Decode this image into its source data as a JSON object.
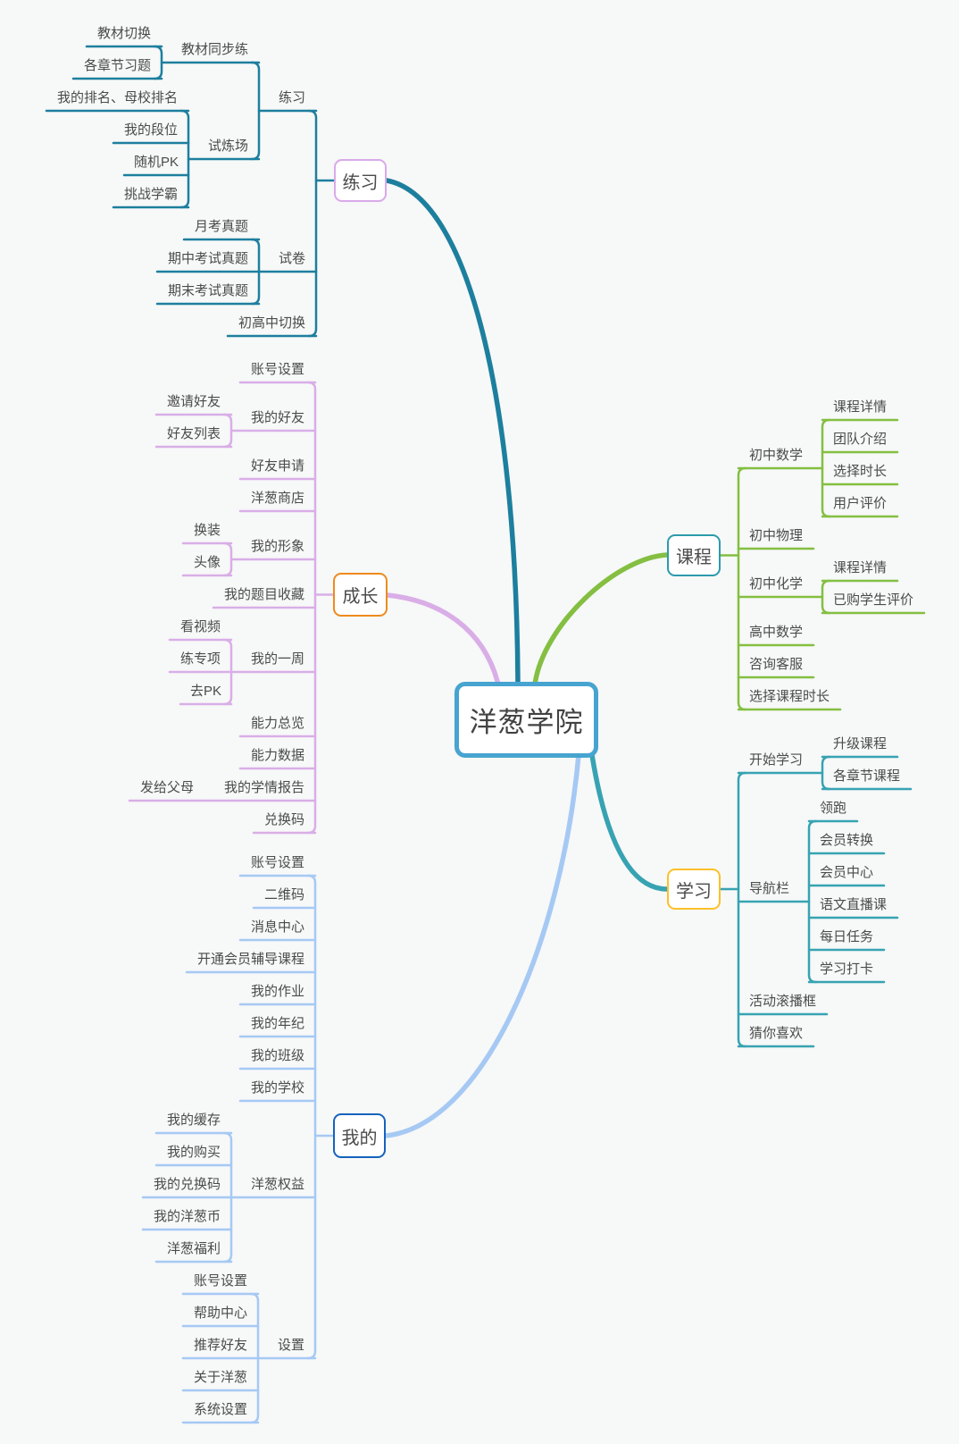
{
  "center": {
    "label": "洋葱学院",
    "border_color": "#47a4d0"
  },
  "branches": [
    {
      "label": "练习",
      "colors": {
        "line": "#1d7f9e",
        "border": "#d9a9ea"
      },
      "children": [
        {
          "label": "练习",
          "children": [
            {
              "label": "教材同步练",
              "children": [
                {
                  "label": "教材切换"
                },
                {
                  "label": "各章节习题"
                }
              ]
            },
            {
              "label": "试炼场",
              "children": [
                {
                  "label": "我的排名、母校排名"
                },
                {
                  "label": "我的段位"
                },
                {
                  "label": "随机PK"
                },
                {
                  "label": "挑战学霸"
                }
              ]
            }
          ]
        },
        {
          "label": "试卷",
          "children": [
            {
              "label": "月考真题"
            },
            {
              "label": "期中考试真题"
            },
            {
              "label": "期末考试真题"
            }
          ]
        },
        {
          "label": "初高中切换"
        }
      ]
    },
    {
      "label": "课程",
      "colors": {
        "line": "#84bf41",
        "border": "#2d9aac"
      },
      "children": [
        {
          "label": "初中数学",
          "children": [
            {
              "label": "课程详情"
            },
            {
              "label": "团队介绍"
            },
            {
              "label": "选择时长"
            },
            {
              "label": "用户评价"
            }
          ]
        },
        {
          "label": "初中物理"
        },
        {
          "label": "初中化学",
          "children": [
            {
              "label": "课程详情"
            },
            {
              "label": "已购学生评价"
            }
          ]
        },
        {
          "label": "高中数学"
        },
        {
          "label": "咨询客服"
        },
        {
          "label": "选择课程时长"
        }
      ]
    },
    {
      "label": "成长",
      "colors": {
        "line": "#d9aee7",
        "border": "#ef8a1d"
      },
      "children": [
        {
          "label": "账号设置"
        },
        {
          "label": "我的好友",
          "children": [
            {
              "label": "邀请好友"
            },
            {
              "label": "好友列表"
            }
          ]
        },
        {
          "label": "好友申请"
        },
        {
          "label": "洋葱商店"
        },
        {
          "label": "我的形象",
          "children": [
            {
              "label": "换装"
            },
            {
              "label": "头像"
            }
          ]
        },
        {
          "label": "我的题目收藏"
        },
        {
          "label": "我的一周",
          "children": [
            {
              "label": "看视频"
            },
            {
              "label": "练专项"
            },
            {
              "label": "去PK"
            }
          ]
        },
        {
          "label": "能力总览"
        },
        {
          "label": "能力数据"
        },
        {
          "label": "我的学情报告",
          "children": [
            {
              "label": "发给父母"
            }
          ]
        },
        {
          "label": "兑换码"
        }
      ]
    },
    {
      "label": "学习",
      "colors": {
        "line": "#37a3b2",
        "border": "#fcc02a"
      },
      "children": [
        {
          "label": "开始学习",
          "children": [
            {
              "label": "升级课程"
            },
            {
              "label": "各章节课程"
            }
          ]
        },
        {
          "label": "导航栏",
          "children": [
            {
              "label": "领跑"
            },
            {
              "label": "会员转换"
            },
            {
              "label": "会员中心"
            },
            {
              "label": "语文直播课"
            },
            {
              "label": "每日任务"
            },
            {
              "label": "学习打卡"
            }
          ]
        },
        {
          "label": "活动滚播框"
        },
        {
          "label": "猜你喜欢"
        }
      ]
    },
    {
      "label": "我的",
      "colors": {
        "line": "#a6c9f4",
        "border": "#1563bd"
      },
      "children": [
        {
          "label": "账号设置"
        },
        {
          "label": "二维码"
        },
        {
          "label": "消息中心"
        },
        {
          "label": "开通会员辅导课程"
        },
        {
          "label": "我的作业"
        },
        {
          "label": "我的年纪"
        },
        {
          "label": "我的班级"
        },
        {
          "label": "我的学校"
        },
        {
          "label": "洋葱权益",
          "children": [
            {
              "label": "我的缓存"
            },
            {
              "label": "我的购买"
            },
            {
              "label": "我的兑换码"
            },
            {
              "label": "我的洋葱币"
            },
            {
              "label": "洋葱福利"
            }
          ]
        },
        {
          "label": "设置",
          "children": [
            {
              "label": "账号设置"
            },
            {
              "label": "帮助中心"
            },
            {
              "label": "推荐好友"
            },
            {
              "label": "关于洋葱"
            },
            {
              "label": "系统设置"
            }
          ]
        }
      ]
    }
  ]
}
